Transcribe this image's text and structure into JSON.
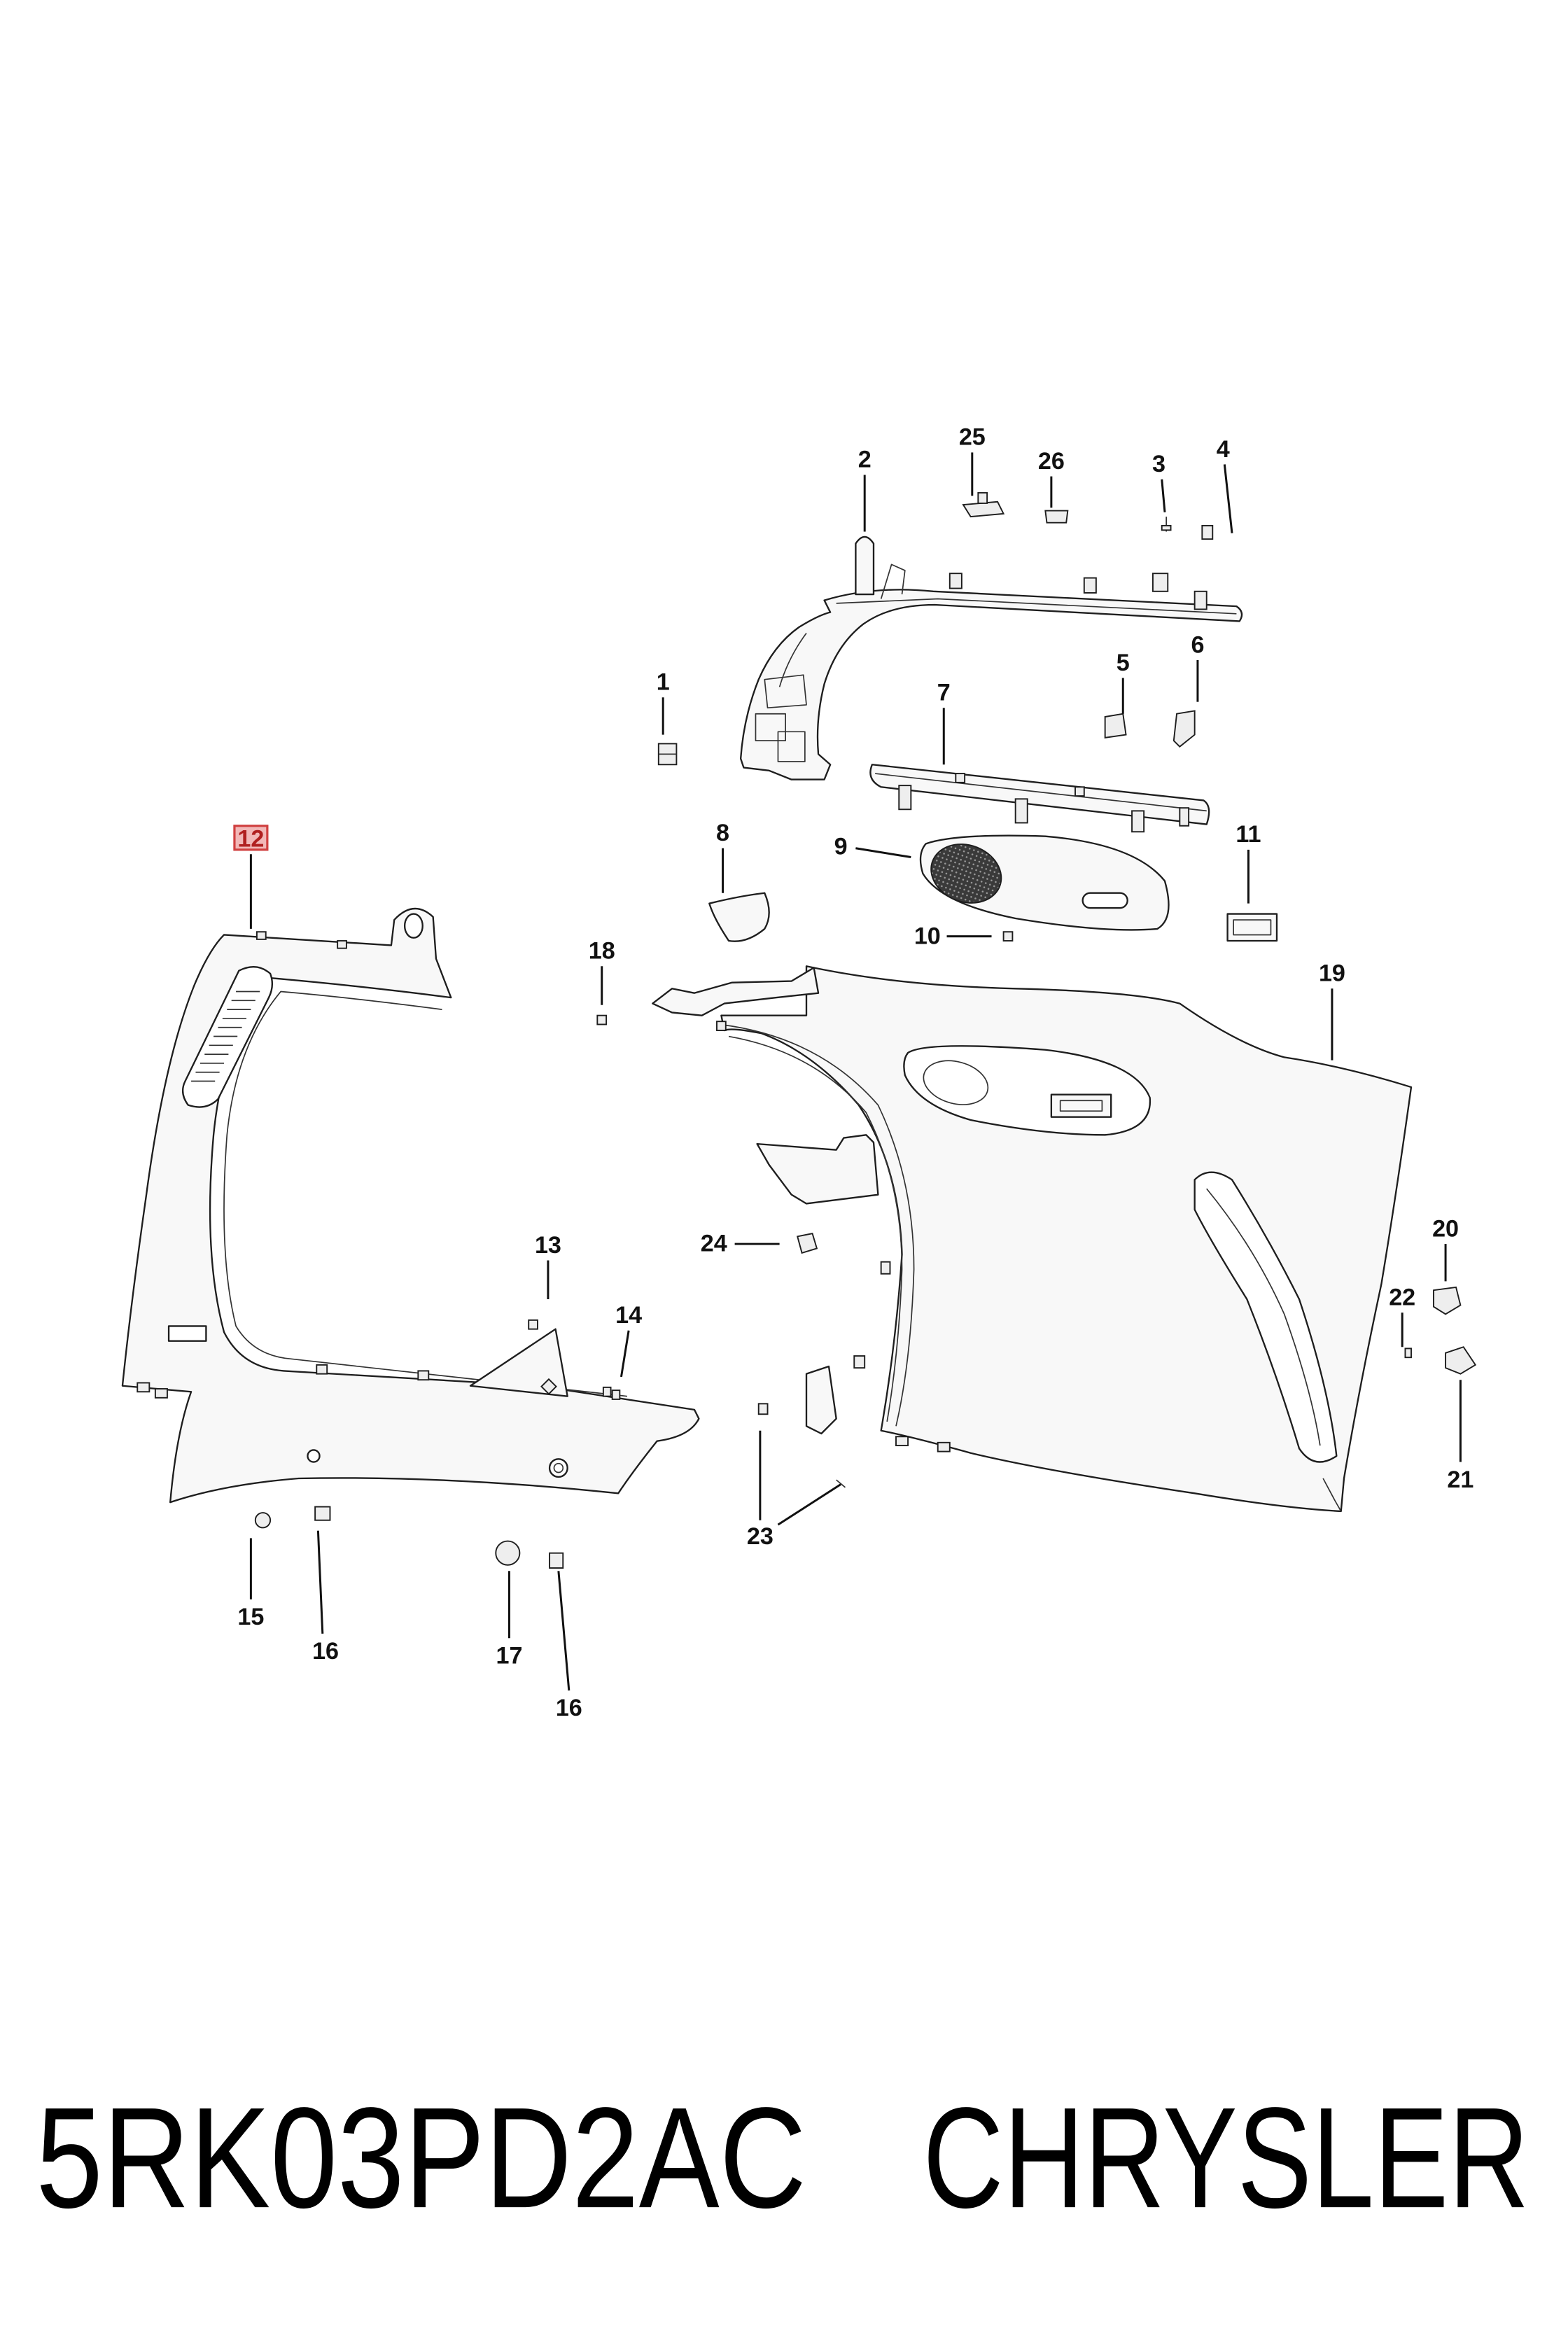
{
  "diagram": {
    "callouts": [
      {
        "label": "25"
      },
      {
        "label": "26"
      },
      {
        "label": "3"
      },
      {
        "label": "4"
      },
      {
        "label": "2"
      },
      {
        "label": "1"
      },
      {
        "label": "5"
      },
      {
        "label": "6"
      },
      {
        "label": "7"
      },
      {
        "label": "8"
      },
      {
        "label": "9"
      },
      {
        "label": "10"
      },
      {
        "label": "11"
      },
      {
        "label": "12",
        "highlighted": true
      },
      {
        "label": "18"
      },
      {
        "label": "19"
      },
      {
        "label": "13"
      },
      {
        "label": "14"
      },
      {
        "label": "24"
      },
      {
        "label": "20"
      },
      {
        "label": "22"
      },
      {
        "label": "21"
      },
      {
        "label": "23"
      },
      {
        "label": "15"
      },
      {
        "label": "16"
      },
      {
        "label": "17"
      },
      {
        "label": "16"
      }
    ]
  },
  "footer": {
    "part_number": "5RK03PD2AC",
    "brand": "CHRYSLER"
  },
  "colors": {
    "line": "#1e1e1e",
    "highlight_fill": "#f2b8b8",
    "highlight_stroke": "#d04040",
    "highlight_text": "#b02020",
    "background": "#ffffff"
  }
}
